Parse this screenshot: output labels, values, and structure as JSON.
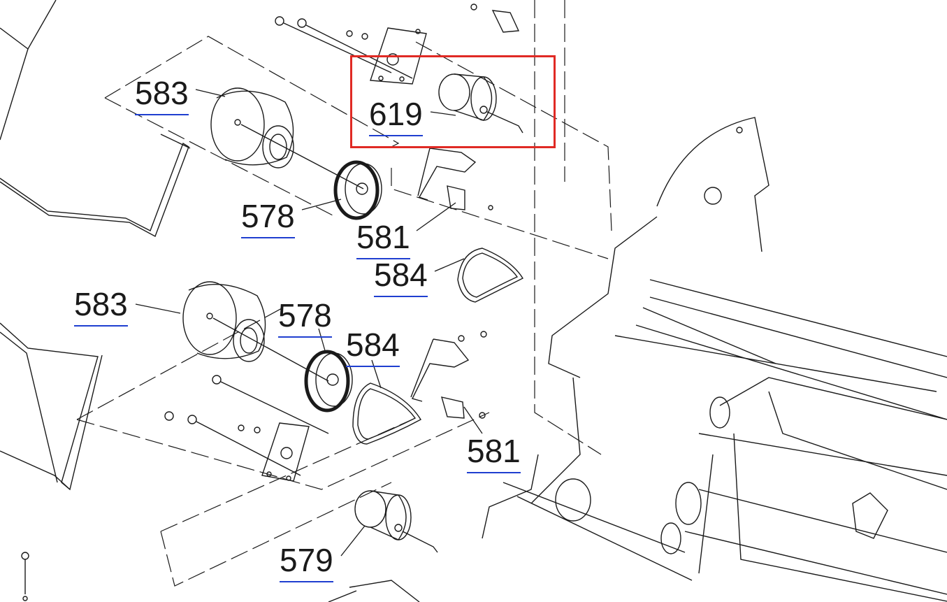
{
  "diagram": {
    "colors": {
      "line": "#1a1a1a",
      "label_underline": "#1f3fd0",
      "highlight": "#e02a24"
    },
    "highlighted_part": "619",
    "callouts": [
      {
        "id": "c-583-top",
        "label": "583"
      },
      {
        "id": "c-619",
        "label": "619"
      },
      {
        "id": "c-578-top",
        "label": "578"
      },
      {
        "id": "c-581-top",
        "label": "581"
      },
      {
        "id": "c-584-top",
        "label": "584"
      },
      {
        "id": "c-583-bottom",
        "label": "583"
      },
      {
        "id": "c-578-bottom",
        "label": "578"
      },
      {
        "id": "c-584-bottom",
        "label": "584"
      },
      {
        "id": "c-581-bottom",
        "label": "581"
      },
      {
        "id": "c-579",
        "label": "579"
      }
    ]
  }
}
